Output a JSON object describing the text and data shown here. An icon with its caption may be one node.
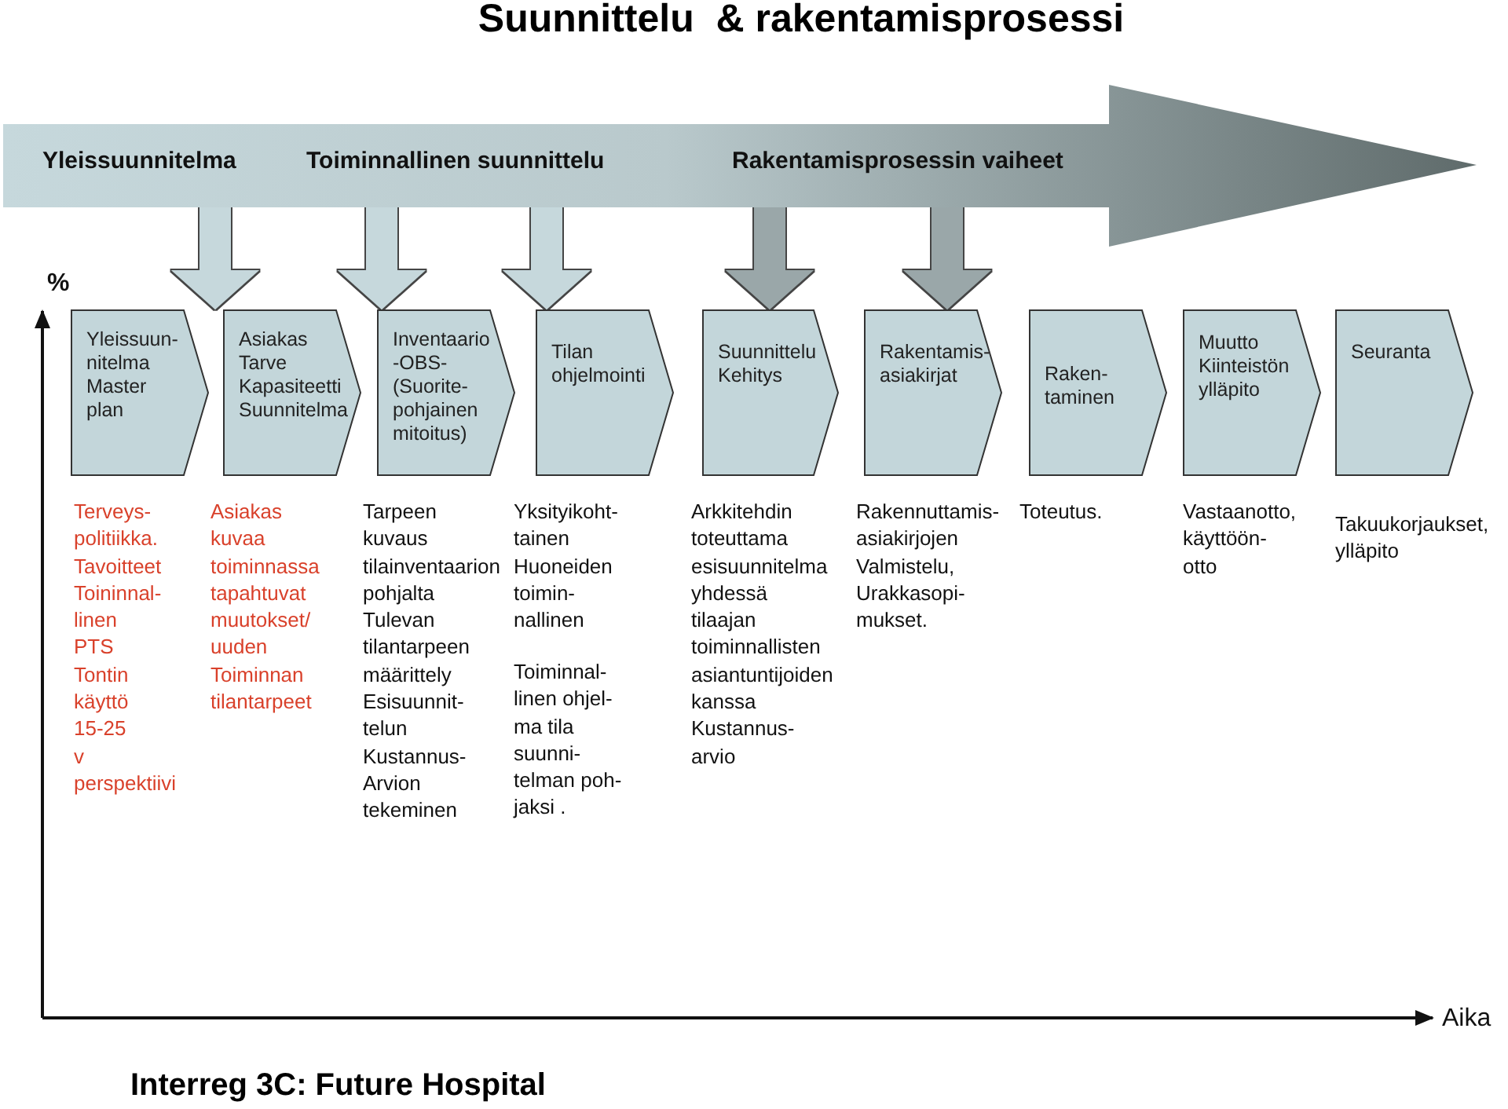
{
  "diagram": {
    "title": "Suunnittelu  & rakentamisprosessi",
    "caption": "Interreg 3C: Future Hospital",
    "nodes": [
      {
        "text": [
          "Yleissuunnitelma",
          "Toiminnallinen suunnittelu",
          "Rakentamisprosessin vaiheet"
        ]
      },
      {
        "text": [
          "Yleissuun- nitelma Master plan"
        ]
      },
      {
        "text": [
          "Asiakas Tarve Kapasiteetti Suunnitelma"
        ]
      },
      {
        "text": [
          "Inventaario -OBS- (Suorite- pohjainen mitoitus)"
        ]
      },
      {
        "text": [
          "Tilan ohjelmointi"
        ]
      },
      {
        "text": [
          "Suunnittelu Kehitys"
        ]
      },
      {
        "text": [
          "Rakentamis- asiakirjat"
        ]
      },
      {
        "text": [
          "Raken- taminen"
        ]
      },
      {
        "text": [
          "Muutto Kiinteistön ylläpito"
        ]
      },
      {
        "text": [
          "Seuranta"
        ]
      }
    ],
    "edges": [
      {
        "from": 0,
        "to": 2,
        "arrow": "to"
      },
      {
        "from": 0,
        "to": 3,
        "arrow": "to"
      },
      {
        "from": 0,
        "to": 4,
        "arrow": "to"
      },
      {
        "from": 0,
        "to": 5,
        "arrow": "to",
        "color": "#9aa7a9"
      },
      {
        "from": 0,
        "to": 6,
        "arrow": "to",
        "color": "#9aa7a9"
      }
    ],
    "labels": [
      "%",
      "Terveys- politiikka. Tavoitteet Toininnal- linen PTS Tontin käyttö 15-25 v perspektiivi",
      "Asiakas kuvaa toiminnassa tapahtuvat muutokset/ uuden Toiminnan tilantarpeet",
      "Tarpeen kuvaus tilainventaarion pohjalta Tulevan tilantarpeen määrittely Esisuunnit- telun Kustannus- Arvion tekeminen",
      "Yksityikoht- tainen Huoneiden toimin- nallinen",
      "Toiminnal- linen ohjel- ma tila suunni- telman poh- jaksi .",
      "Arkkitehdin toteuttama esisuunnitelma yhdessä tilaajan toiminnallisten asiantuntijoiden kanssa Kustannus- arvio",
      "Rakennuttamis- asiakirjojen Valmistelu, Urakkasopi- mukset.",
      "Toteutus.",
      "Vastaanotto, käyttöön- otto",
      "Takuukorjaukset, ylläpito",
      "Aika"
    ]
  }
}
